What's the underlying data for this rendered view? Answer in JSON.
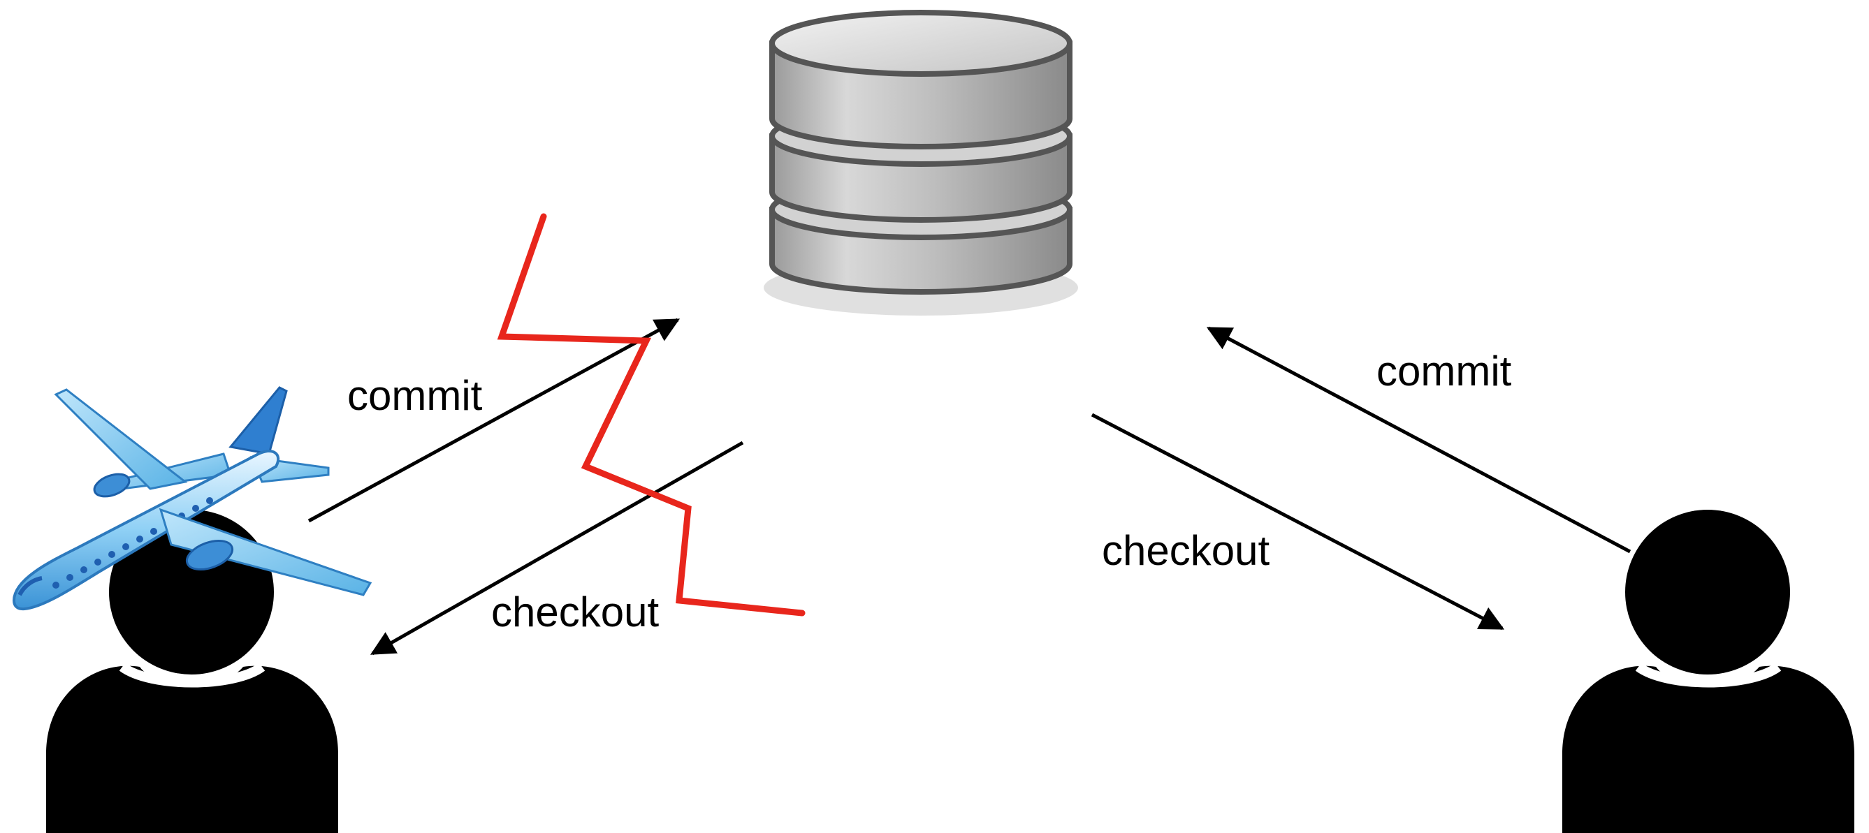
{
  "labels": {
    "left_commit": "commit",
    "left_checkout": "checkout",
    "right_commit": "commit",
    "right_checkout": "checkout"
  },
  "icons": {
    "database": "database-icon",
    "left_user": "user-icon",
    "right_user": "user-icon",
    "airplane": "airplane-icon",
    "connection_break": "lightning-break-icon"
  },
  "colors": {
    "arrow": "#000000",
    "break_line": "#e8261c",
    "user": "#000000",
    "database_body": "#c9c9c9",
    "airplane": "#5bb6ea"
  }
}
